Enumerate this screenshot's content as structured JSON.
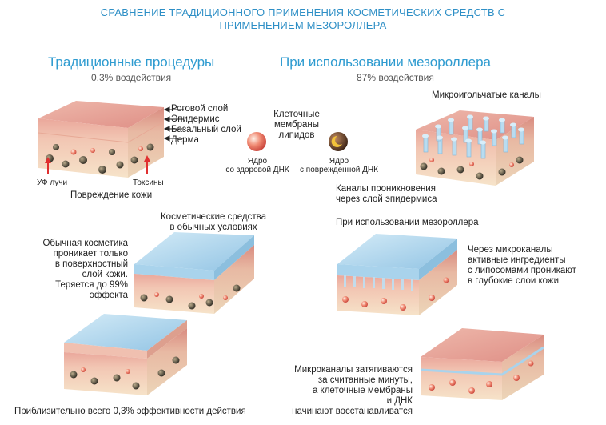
{
  "title": {
    "line1": "СРАВНЕНИЕ ТРАДИЦИОННОГО ПРИМЕНЕНИЯ КОСМЕТИЧЕСКИХ СРЕДСТВ С",
    "line2": "ПРИМЕНЕНИЕМ МЕЗОРОЛЛЕРА"
  },
  "left": {
    "heading": "Традиционные процедуры",
    "subheading": "0,3% воздействия",
    "layers": [
      "Роговой слой",
      "Эпидермис",
      "Базальный слой",
      "Дерма"
    ],
    "uv": "УФ лучи",
    "toxins": "Токсины",
    "damage": "Повреждение кожи",
    "cosmetics_title_1": "Косметические средства",
    "cosmetics_title_2": "в обычных условиях",
    "normal_1": "Обычная косметика",
    "normal_2": "проникает только",
    "normal_3": "в поверхностный",
    "normal_4": "слой кожи.",
    "normal_5": "Теряется до 99%",
    "normal_6": "эффекта",
    "bottom": "Приблизительно всего 0,3% эффективности действия"
  },
  "center": {
    "membranes_1": "Клеточные мембраны",
    "membranes_2": "липидов",
    "healthy_1": "Ядро",
    "healthy_2": "со здоровой ДНК",
    "damaged_1": "Ядро",
    "damaged_2": "с поврежденной ДНК"
  },
  "right": {
    "heading": "При использовании мезороллера",
    "subheading": "87% воздействия",
    "micro": "Микроигольчатые каналы",
    "channels_1": "Каналы проникновения",
    "channels_2": "через слой эпидермиса",
    "using": "При использовании мезороллера",
    "through_1": "Через микроканалы",
    "through_2": "активные ингредиенты",
    "through_3": "с липосомами проникают",
    "through_4": "в глубокие слои кожи",
    "heal_1": "Микроканалы затягиваются",
    "heal_2": "за считанные минуты,",
    "heal_3": "а клеточные мембраны",
    "heal_4": "и ДНК",
    "heal_5": "начинают восстанавливатся"
  },
  "colors": {
    "accent": "#2e9bd0",
    "skin_top": "#e9a59a",
    "skin_light": "#f3cdb9",
    "dermis": "#f6e2c8",
    "gel": "#a9d3ec",
    "uv_arrow": "#e03030"
  }
}
